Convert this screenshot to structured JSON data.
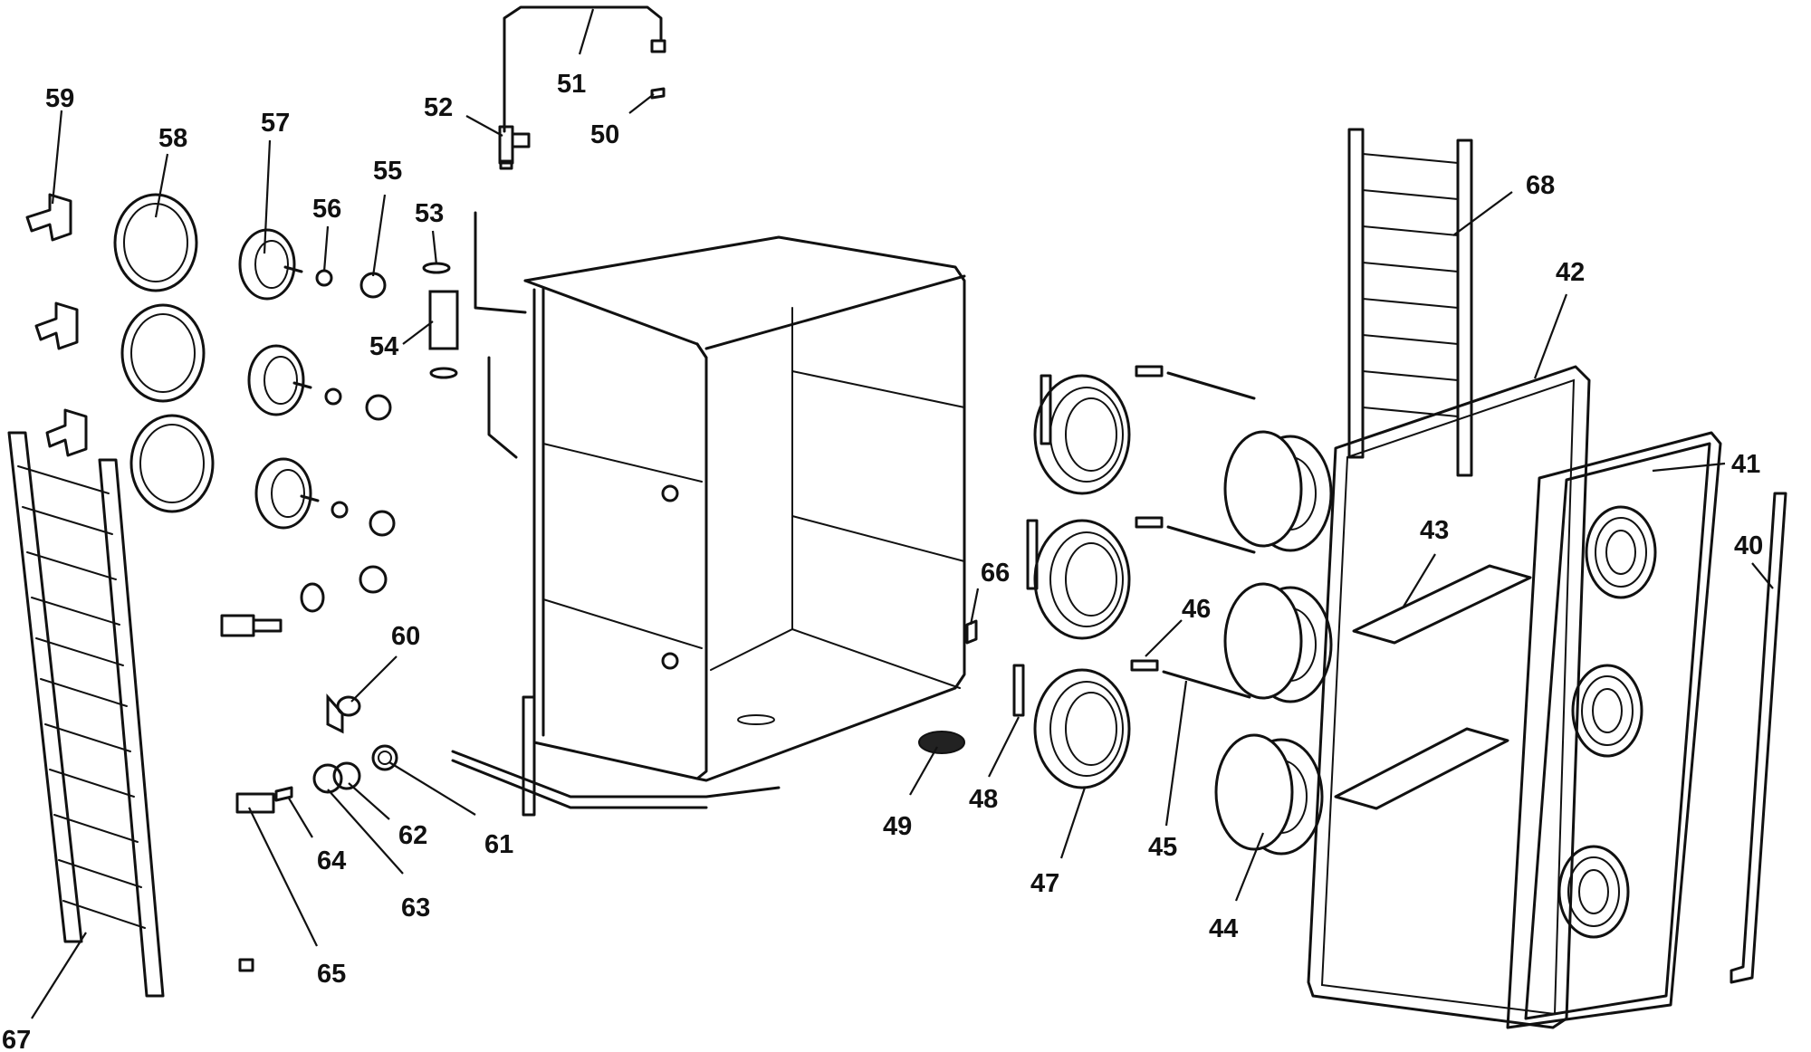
{
  "labels": [
    {
      "id": "59",
      "text": "59"
    },
    {
      "id": "58",
      "text": "58"
    },
    {
      "id": "57",
      "text": "57"
    },
    {
      "id": "56",
      "text": "56"
    },
    {
      "id": "55",
      "text": "55"
    },
    {
      "id": "53",
      "text": "53"
    },
    {
      "id": "54",
      "text": "54"
    },
    {
      "id": "52",
      "text": "52"
    },
    {
      "id": "51",
      "text": "51"
    },
    {
      "id": "50",
      "text": "50"
    },
    {
      "id": "68",
      "text": "68"
    },
    {
      "id": "42",
      "text": "42"
    },
    {
      "id": "41",
      "text": "41"
    },
    {
      "id": "40",
      "text": "40"
    },
    {
      "id": "43",
      "text": "43"
    },
    {
      "id": "46",
      "text": "46"
    },
    {
      "id": "66",
      "text": "66"
    },
    {
      "id": "60",
      "text": "60"
    },
    {
      "id": "61",
      "text": "61"
    },
    {
      "id": "62",
      "text": "62"
    },
    {
      "id": "63",
      "text": "63"
    },
    {
      "id": "64",
      "text": "64"
    },
    {
      "id": "65",
      "text": "65"
    },
    {
      "id": "67",
      "text": "67"
    },
    {
      "id": "49",
      "text": "49"
    },
    {
      "id": "48",
      "text": "48"
    },
    {
      "id": "47",
      "text": "47"
    },
    {
      "id": "45",
      "text": "45"
    },
    {
      "id": "44",
      "text": "44"
    }
  ]
}
